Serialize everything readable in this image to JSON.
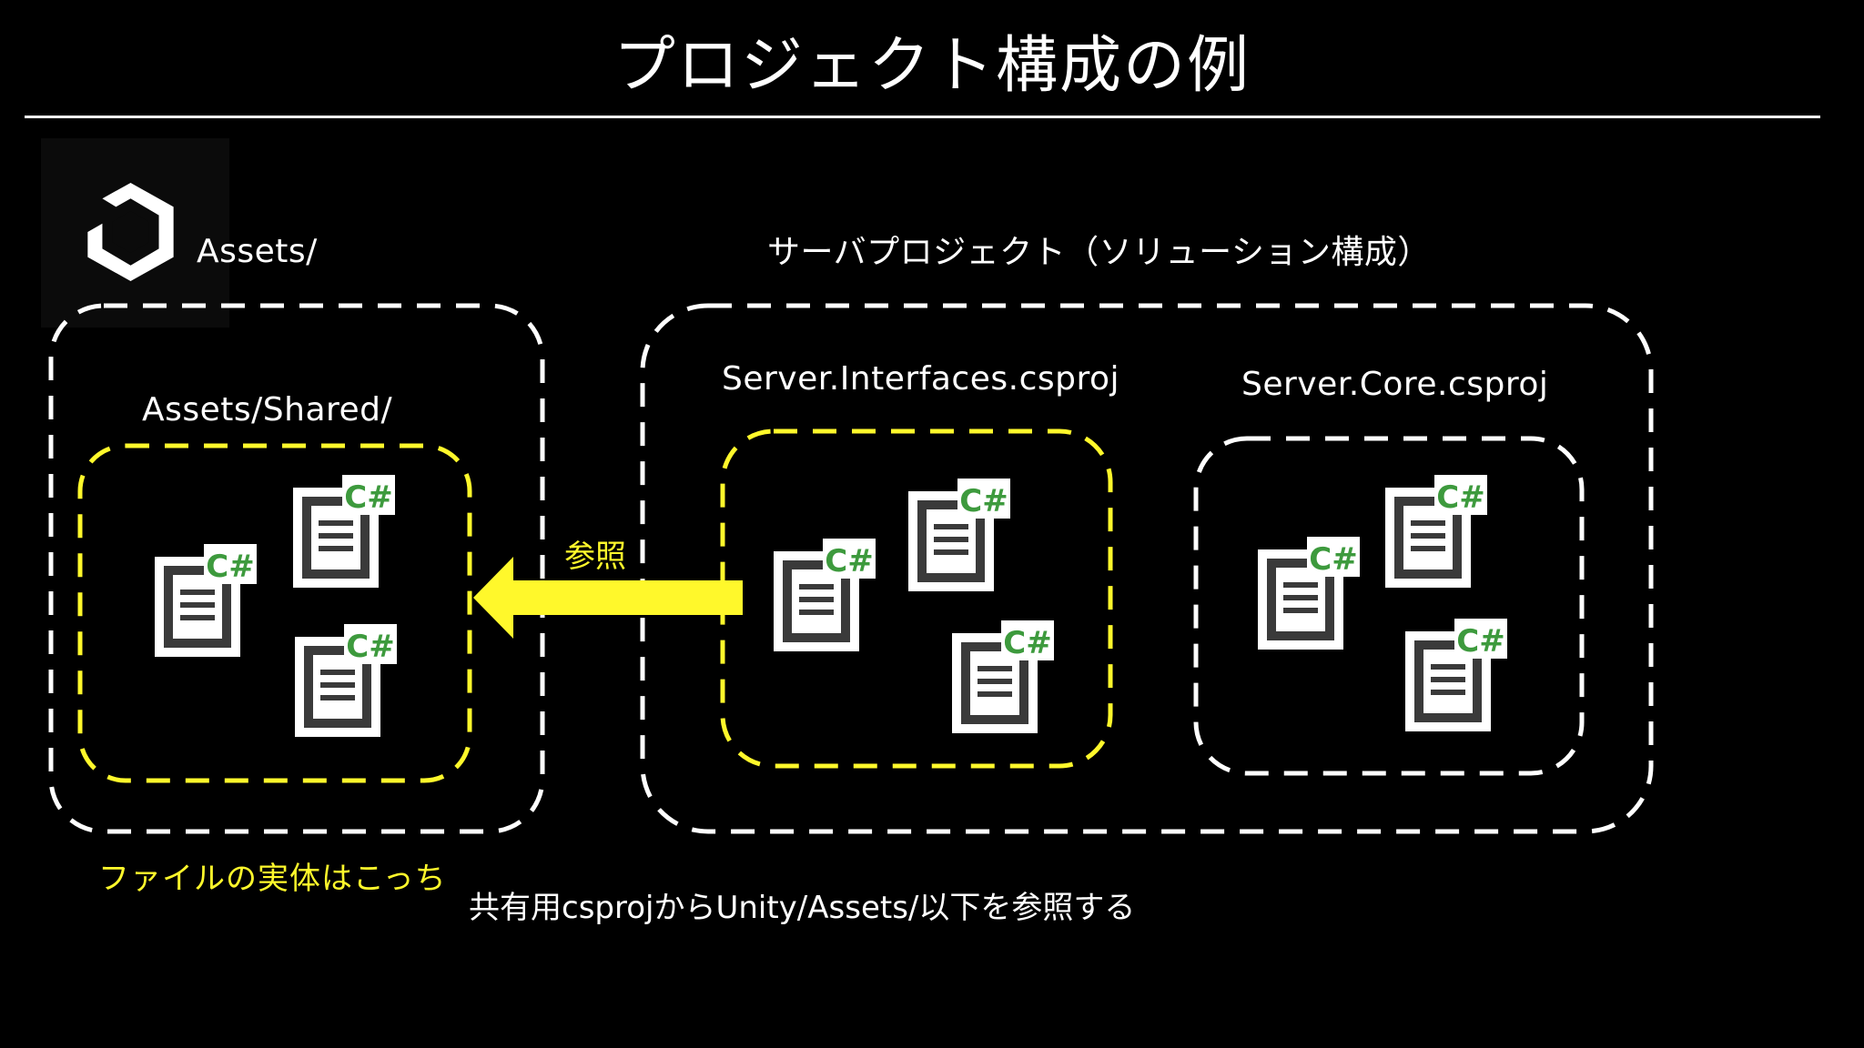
{
  "title": "プロジェクト構成の例",
  "unity": {
    "logo_icon": "unity-logo-icon",
    "assets_label": "Assets/",
    "shared_label": "Assets/Shared/"
  },
  "server": {
    "solution_label": "サーバプロジェクト（ソリューション構成）",
    "interfaces_label": "Server.Interfaces.csproj",
    "core_label": "Server.Core.csproj"
  },
  "reference": {
    "label": "参照",
    "arrow_color": "#fff82b"
  },
  "notes": {
    "files_here": "ファイルの実体はこっち",
    "shared_csproj": "共有用csprojからUnity/Assets/以下を参照する"
  },
  "file_icon": {
    "name": "csharp-file-icon",
    "badge_text": "C#",
    "badge_color": "#3d9a3d"
  },
  "colors": {
    "background": "#000000",
    "dashed_white": "#ffffff",
    "dashed_yellow": "#fff82b"
  }
}
